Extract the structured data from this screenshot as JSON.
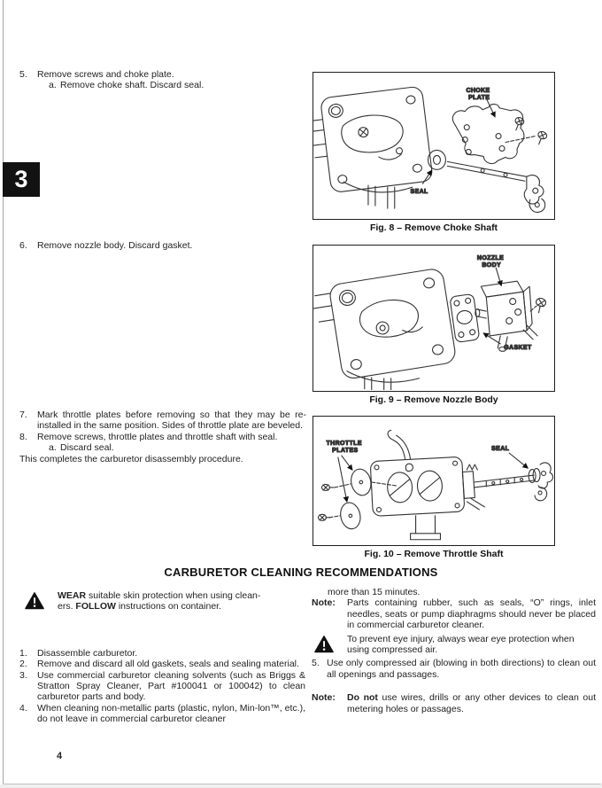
{
  "section_tab": "3",
  "page_number": "4",
  "disassembly": {
    "step5": {
      "num": "5.",
      "text": "Remove screws and choke plate.",
      "sub_num": "a.",
      "sub_text": "Remove choke shaft. Discard seal."
    },
    "step6": {
      "num": "6.",
      "text": "Remove nozzle body. Discard gasket."
    },
    "step7": {
      "num": "7.",
      "text": "Mark throttle plates before removing so that they may be re-installed in the same position. Sides of throttle plate are beveled."
    },
    "step8": {
      "num": "8.",
      "text": "Remove screws, throttle plates and throttle shaft with seal.",
      "sub_num": "a.",
      "sub_text": "Discard seal."
    },
    "closing": "This completes the carburetor disassembly procedure."
  },
  "figures": [
    {
      "caption": "Fig. 8 – Remove Choke Shaft",
      "label1_line1": "CHOKE",
      "label1_line2": "PLATE",
      "label2": "SEAL"
    },
    {
      "caption": "Fig. 9 – Remove Nozzle Body",
      "label1_line1": "NOZZLE",
      "label1_line2": "BODY",
      "label2": "GASKET"
    },
    {
      "caption": "Fig. 10 – Remove Throttle Shaft",
      "label1_line1": "THROTTLE",
      "label1_line2": "PLATES",
      "label2": "SEAL"
    }
  ],
  "cleaning": {
    "heading": "CARBURETOR CLEANING RECOMMENDATIONS",
    "warning_left": {
      "bold1": "WEAR",
      "rest1": " suitable skin protection when using clean-",
      "rest2": "ers. ",
      "bold2": "FOLLOW",
      "rest3": " instructions on container."
    },
    "steps": [
      {
        "num": "1.",
        "text": "Disassemble carburetor."
      },
      {
        "num": "2.",
        "text": "Remove and discard all old gaskets, seals and sealing material."
      },
      {
        "num": "3.",
        "text": "Use commercial carburetor cleaning solvents (such as Briggs & Stratton Spray Cleaner, Part #100041 or 100042) to clean carburetor parts and body."
      },
      {
        "num": "4.",
        "text": "When cleaning non-metallic parts (plastic, nylon, Min-lon™, etc.), do not leave in commercial carburetor cleaner"
      }
    ],
    "right": {
      "continuation": "more than 15 minutes.",
      "note1_label": "Note:",
      "note1_text": "Parts containing rubber, such as seals, “O” rings, inlet needles, seats or pump diaphragms should never be placed in commercial carburetor cleaner.",
      "warning_text": "To prevent eye injury, always wear eye protection when using compressed air.",
      "step5_num": "5.",
      "step5_text": "Use only compressed air (blowing in both directions) to clean out all openings and passages.",
      "note2_label": "Note:",
      "note2_bold": "Do not",
      "note2_rest": " use wires, drills or any other devices to clean out metering holes or passages."
    }
  }
}
